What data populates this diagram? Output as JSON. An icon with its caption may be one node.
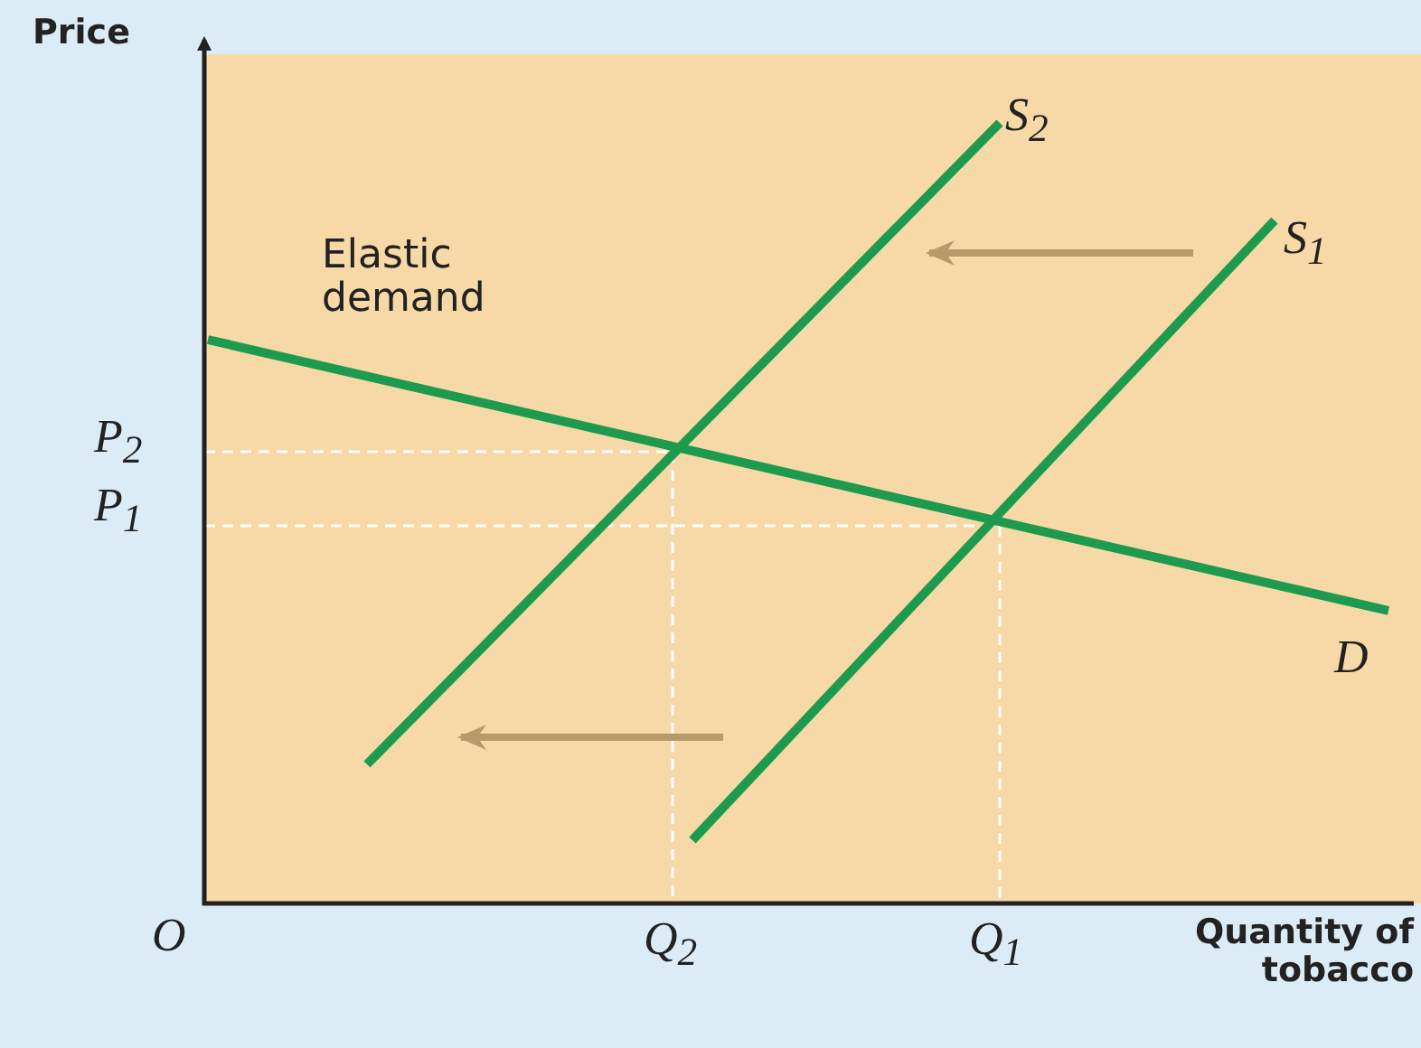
{
  "diagram": {
    "labels": [
      "Price",
      "S$_{2}$",
      "S$_{1}$",
      "Elastic demand",
      "P$_{2}$",
      "P$_{1}$",
      "D",
      "O",
      "Q$_{2}$",
      "Q$_{1}$",
      "Quantity of tobacco"
    ]
  }
}
